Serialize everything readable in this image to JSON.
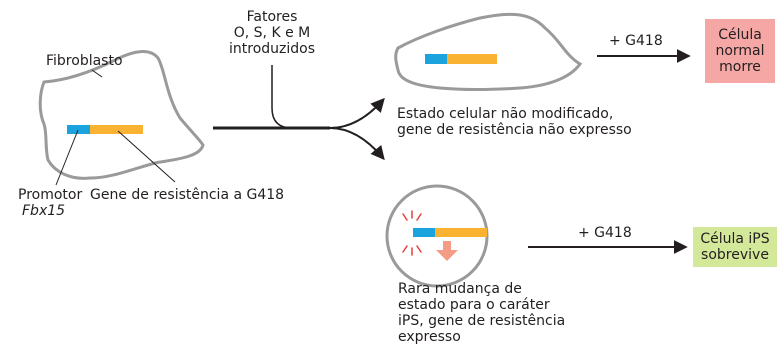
{
  "factors_label": [
    "Fatores",
    "O, S, K e M",
    "introduzidos"
  ],
  "fibroblast_label": "Fibroblasto",
  "promoter_label": "Promotor",
  "promoter_gene": "Fbx15",
  "resistance_gene_label": "Gene de resistência a G418",
  "drug_label_top": "+ G418",
  "drug_label_bottom": "+ G418",
  "unmodified_caption": [
    "Estado celular não modificado,",
    "gene de resistência não expresso"
  ],
  "ips_caption": [
    "Rara mudança de",
    "estado para o caráter",
    "iPS, gene de resistência",
    "expresso"
  ],
  "normal_cell_result": [
    "Célula",
    "normal",
    "morre"
  ],
  "ips_cell_result": [
    "Célula iPS",
    "sobrevive"
  ],
  "colors": {
    "promoter": "#1aa3dd",
    "resistance_gene": "#f9b232",
    "cell_outline": "#9a9a9a",
    "death_box": "#f4a7a4",
    "survive_box": "#d4e89a",
    "expression_arrow": "#f59c86",
    "expression_spark": "#e2403b"
  }
}
